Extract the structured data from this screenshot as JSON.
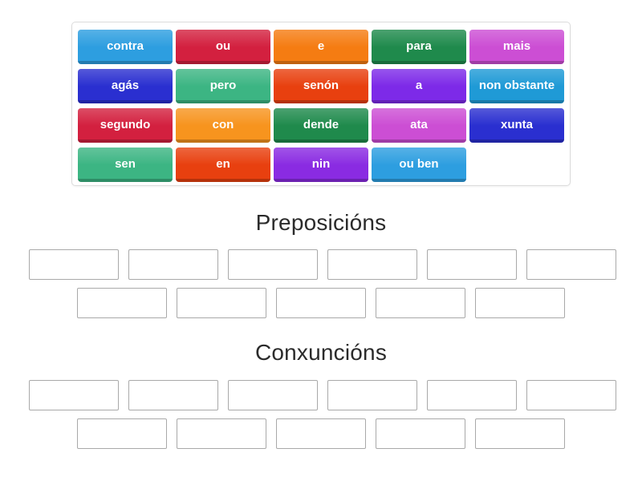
{
  "tile_bank": {
    "name": "word-tile-bank",
    "rows": [
      [
        {
          "label": "contra",
          "color": "#2d9ee0"
        },
        {
          "label": "ou",
          "color": "#d3203f"
        },
        {
          "label": "e",
          "color": "#f57c12"
        },
        {
          "label": "para",
          "color": "#1f8a4c"
        },
        {
          "label": "mais",
          "color": "#cc4ed4"
        }
      ],
      [
        {
          "label": "agás",
          "color": "#2a2fd0"
        },
        {
          "label": "pero",
          "color": "#3cb583"
        },
        {
          "label": "senón",
          "color": "#e8400f"
        },
        {
          "label": "a",
          "color": "#7d2ae8"
        },
        {
          "label": "non obstante",
          "color": "#1f9ad6"
        }
      ],
      [
        {
          "label": "segundo",
          "color": "#d3203f"
        },
        {
          "label": "con",
          "color": "#f7941e"
        },
        {
          "label": "dende",
          "color": "#1f8a4c"
        },
        {
          "label": "ata",
          "color": "#cc4ed4"
        },
        {
          "label": "xunta",
          "color": "#2a2fd0"
        }
      ],
      [
        {
          "label": "sen",
          "color": "#3cb583"
        },
        {
          "label": "en",
          "color": "#e8400f"
        },
        {
          "label": "nin",
          "color": "#8a2be2"
        },
        {
          "label": "ou ben",
          "color": "#2d9ee0"
        },
        {
          "label": "",
          "color": ""
        }
      ]
    ]
  },
  "sections": [
    {
      "title": "Preposicións",
      "row_1_slot_count": 6,
      "row_2_slot_count": 5
    },
    {
      "title": "Conxuncións",
      "row_1_slot_count": 6,
      "row_2_slot_count": 5
    }
  ],
  "colors": {
    "page_background": "#ffffff",
    "slot_border": "#a9a9a9",
    "bank_border": "#dcdcdc",
    "heading_text": "#2b2b2b",
    "tile_text": "#ffffff"
  }
}
